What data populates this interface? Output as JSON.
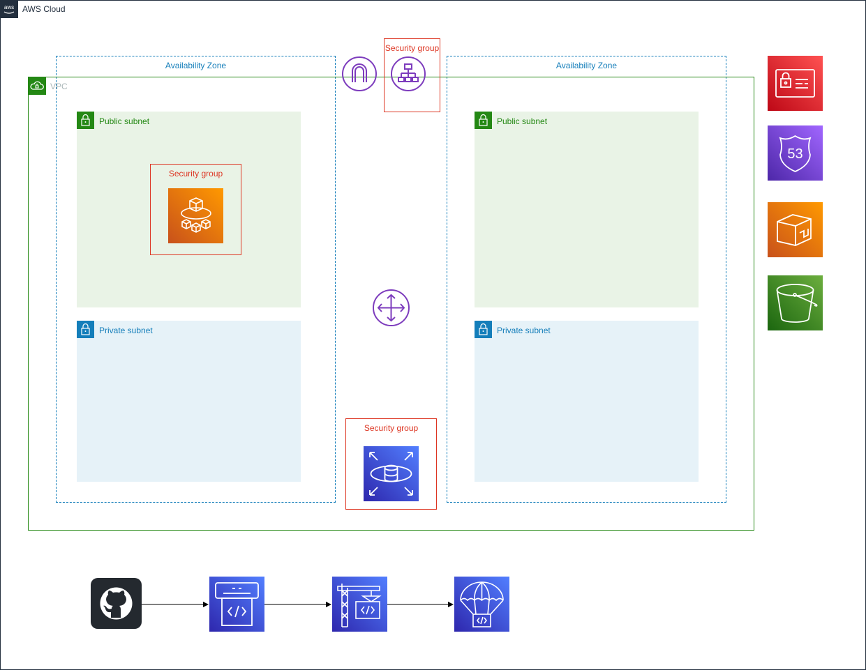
{
  "cloud": {
    "title": "AWS Cloud"
  },
  "availability_zones": [
    {
      "label": "Availability Zone"
    },
    {
      "label": "Availability Zone"
    }
  ],
  "vpc": {
    "label": "VPC"
  },
  "subnets": {
    "left_public": "Public subnet",
    "left_private": "Private subnet",
    "right_public": "Public subnet",
    "right_private": "Private subnet"
  },
  "security_groups": {
    "load_balancer": "Security group",
    "ecs": "Security group",
    "rds": "Security group"
  },
  "colors": {
    "cloud_border": "#232f3e",
    "availability_zone": "#147eba",
    "vpc": "#248814",
    "public_subnet_fill": "#e9f3e6",
    "private_subnet_fill": "#e6f2f8",
    "security_group": "#dd3522",
    "networking_purple": "#8c4fff",
    "security_red": "#dd344c",
    "compute_orange": "#ed7100",
    "storage_green": "#3f8624",
    "devtools_blue": "#4d72f3"
  },
  "icons": {
    "internet_gateway": "internet-gateway-icon",
    "load_balancer": "elastic-load-balancer-icon",
    "ecs_fargate": "fargate-icon",
    "router": "vpc-router-icon",
    "rds": "rds-icon",
    "certificate_manager": "certificate-manager-icon",
    "route53": "route53-icon",
    "ecr": "elastic-container-registry-icon",
    "s3": "s3-bucket-icon",
    "github": "github-icon",
    "codecommit": "codecommit-icon",
    "codebuild": "codebuild-icon",
    "codedeploy": "codedeploy-icon"
  },
  "route53_badge": "53"
}
